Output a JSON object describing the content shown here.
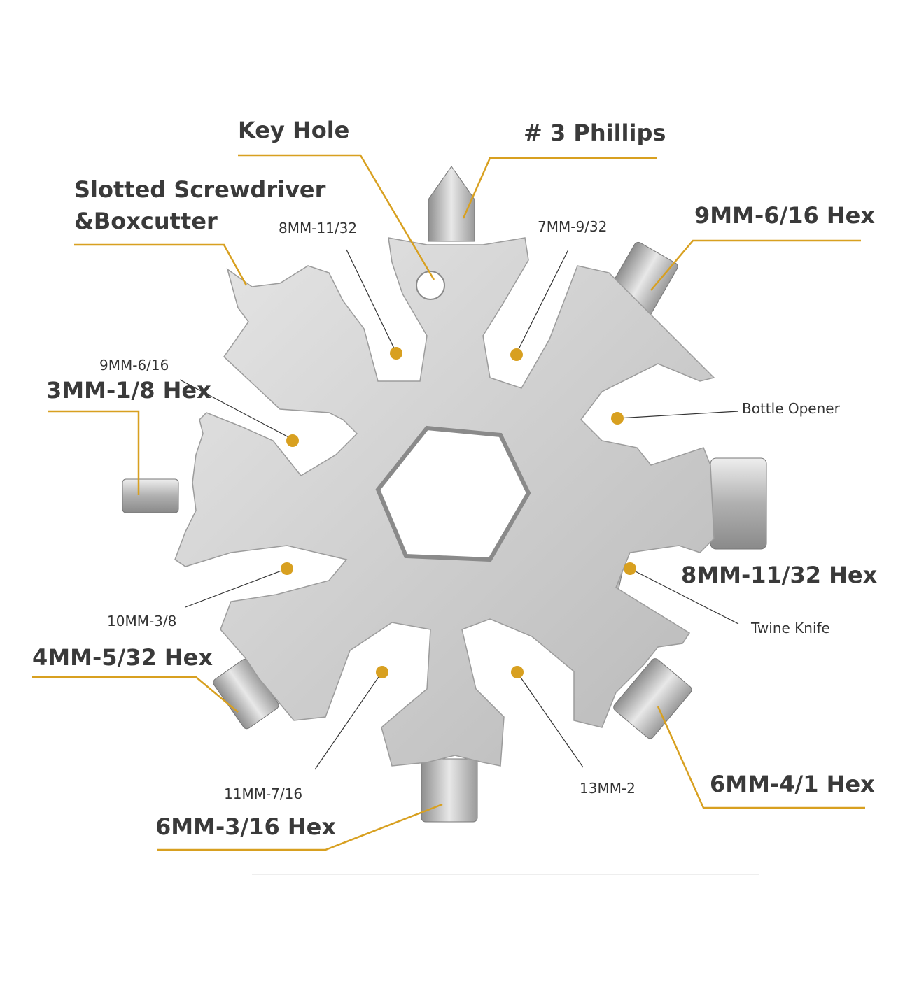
{
  "colors": {
    "accent": "#d8a020",
    "metal": "#c9c9c9",
    "text": "#3a3a3a"
  },
  "labels": {
    "key_hole": "Key Hole",
    "phillips": "# 3 Phillips",
    "slotted_line1": "Slotted Screwdriver",
    "slotted_line2": "&Boxcutter",
    "hex_9mm": "9MM-6/16 Hex",
    "hex_3mm": "3MM-1/8 Hex",
    "hex_8mm": "8MM-11/32 Hex",
    "hex_4mm": "4MM-5/32 Hex",
    "hex_6mm_41": "6MM-4/1 Hex",
    "hex_6mm_316": "6MM-3/16 Hex"
  },
  "small_labels": {
    "wrench_8mm": "8MM-11/32",
    "wrench_7mm": "7MM-9/32",
    "wrench_9mm": "9MM-6/16",
    "bottle_opener": "Bottle Opener",
    "twine_knife": "Twine Knife",
    "wrench_10mm": "10MM-3/8",
    "wrench_11mm": "11MM-7/16",
    "wrench_13mm": "13MM-2"
  }
}
